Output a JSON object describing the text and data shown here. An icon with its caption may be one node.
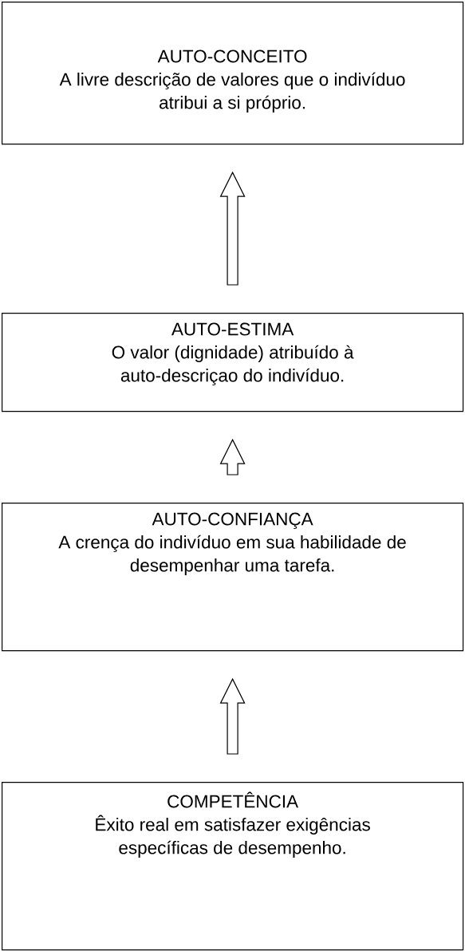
{
  "diagram": {
    "nodes": [
      {
        "text": [
          "AUTO-CONCEITO",
          "A livre descrição de valores que o indivíduo atribui a si próprio."
        ]
      },
      {
        "text": [
          "AUTO-ESTIMA",
          "O valor (dignidade) atribuído à auto-descriçao do indivíduo."
        ]
      },
      {
        "text": [
          "AUTO-CONFIANÇA",
          "A crença do indivíduo em sua habilidade de desempenhar uma tarefa."
        ]
      },
      {
        "text": [
          "COMPETÊNCIA",
          "Êxito real em satisfazer exigências específicas de desempenho."
        ]
      }
    ],
    "edges": [
      {
        "from": 1,
        "to": 0,
        "arrow": "to"
      },
      {
        "from": 2,
        "to": 1,
        "arrow": "to"
      },
      {
        "from": 3,
        "to": 2,
        "arrow": "to"
      }
    ]
  }
}
